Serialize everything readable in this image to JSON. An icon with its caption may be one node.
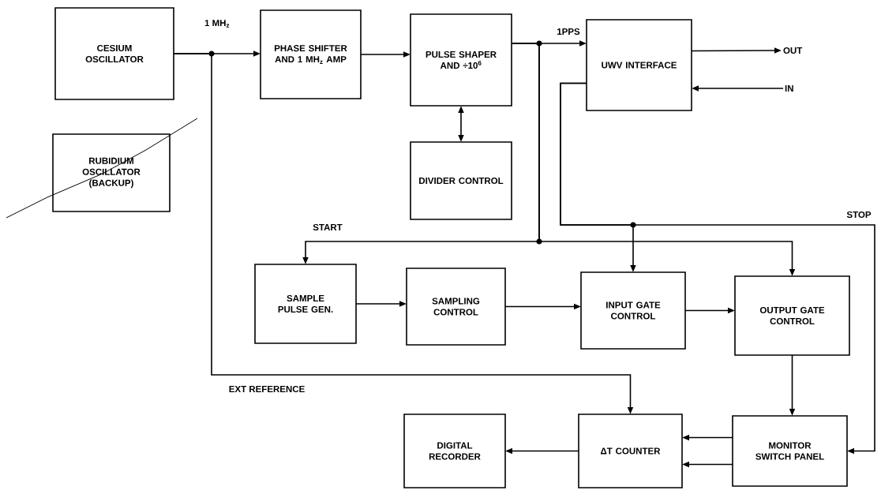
{
  "diagram": {
    "nodes": [
      {
        "text": [
          "CESIUM OSCILLATOR"
        ]
      },
      {
        "text": [
          "RUBIDIUM OSCILLATOR (BACKUP)"
        ]
      },
      {
        "text": [
          "PHASE SHIFTER AND 1 MH$_{z}$ AMP"
        ]
      },
      {
        "text": [
          "PULSE SHAPER AND ÷10$^{6}$"
        ]
      },
      {
        "text": [
          "DIVIDER CONTROL"
        ]
      },
      {
        "text": [
          "UWV INTERFACE"
        ]
      },
      {
        "text": [
          "OUT"
        ]
      },
      {
        "text": [
          "IN"
        ]
      },
      {
        "text": [
          "SAMPLE PULSE GEN."
        ]
      },
      {
        "text": [
          "SAMPLING CONTROL"
        ]
      },
      {
        "text": [
          "INPUT GATE CONTROL"
        ]
      },
      {
        "text": [
          "OUTPUT GATE CONTROL"
        ]
      },
      {
        "text": [
          "DIGITAL RECORDER"
        ]
      },
      {
        "text": [
          "ΔT COUNTER"
        ]
      },
      {
        "text": [
          "MONITOR SWITCH PANEL"
        ]
      }
    ],
    "edges": [
      {
        "from": 0,
        "to": 2,
        "arrow": "to",
        "label": "1 MH$_{z}$"
      },
      {
        "from": 0,
        "to": 13,
        "arrow": "to",
        "label": "EXT REFERENCE"
      },
      {
        "from": 2,
        "to": 3,
        "arrow": "to"
      },
      {
        "from": 3,
        "to": 5,
        "arrow": "to",
        "label": "1PPS"
      },
      {
        "from": 3,
        "to": 4,
        "arrow": "both"
      },
      {
        "from": 3,
        "to": 8,
        "arrow": "to",
        "label": "START"
      },
      {
        "from": 3,
        "to": 11,
        "arrow": "to"
      },
      {
        "from": 5,
        "to": 6,
        "arrow": "to"
      },
      {
        "from": 7,
        "to": 5,
        "arrow": "to"
      },
      {
        "from": 5,
        "to": 10,
        "arrow": "to"
      },
      {
        "from": 5,
        "to": 14,
        "arrow": "to",
        "label": "STOP"
      },
      {
        "from": 8,
        "to": 9,
        "arrow": "to"
      },
      {
        "from": 9,
        "to": 10,
        "arrow": "to"
      },
      {
        "from": 10,
        "to": 11,
        "arrow": "to"
      },
      {
        "from": 11,
        "to": 14,
        "arrow": "to"
      },
      {
        "from": 14,
        "to": 13,
        "arrow": "to"
      },
      {
        "from": 14,
        "to": 13,
        "arrow": "to"
      },
      {
        "from": 13,
        "to": 12,
        "arrow": "to"
      }
    ]
  }
}
